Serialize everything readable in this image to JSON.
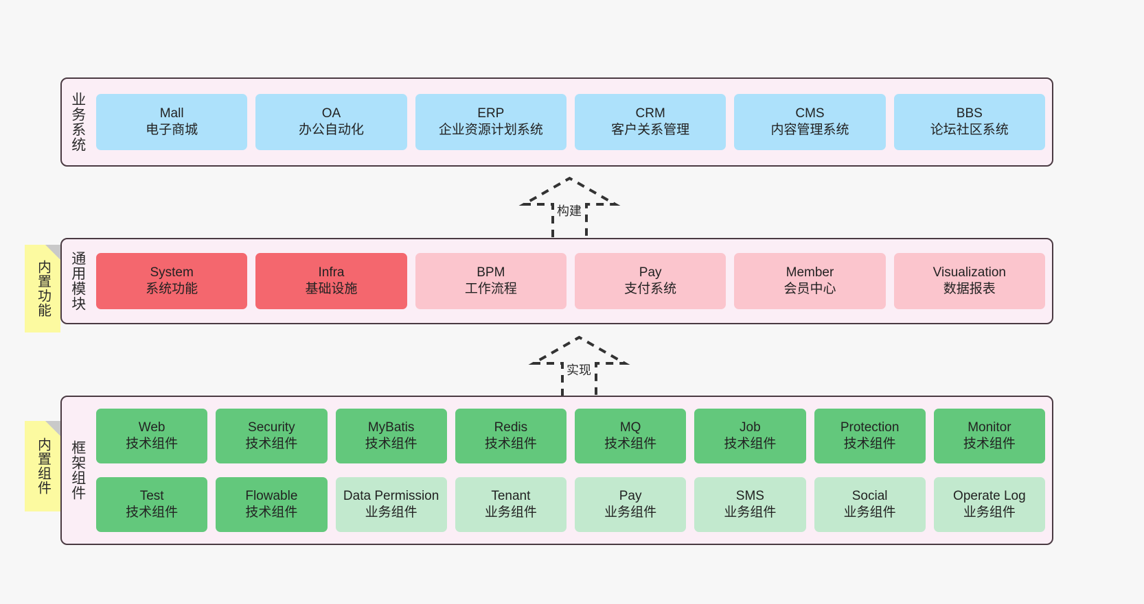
{
  "diagram": {
    "title": "",
    "colors": {
      "band_bg": "#fbeef6",
      "band_border": "#4a3a42",
      "blue": "#ade1fb",
      "red": "#f4676e",
      "pink": "#fbc5cd",
      "green": "#63c87c",
      "light_green": "#c2e9ce",
      "note_yellow": "#fcfaa0",
      "canvas": "#f7f7f7"
    }
  },
  "layers": {
    "business": {
      "title": "业务系统",
      "nodes": [
        {
          "name": "Mall",
          "desc": "电子商城",
          "color": "blue"
        },
        {
          "name": "OA",
          "desc": "办公自动化",
          "color": "blue"
        },
        {
          "name": "ERP",
          "desc": "企业资源计划系统",
          "color": "blue"
        },
        {
          "name": "CRM",
          "desc": "客户关系管理",
          "color": "blue"
        },
        {
          "name": "CMS",
          "desc": "内容管理系统",
          "color": "blue"
        },
        {
          "name": "BBS",
          "desc": "论坛社区系统",
          "color": "blue"
        }
      ]
    },
    "common": {
      "title": "通用模块",
      "note": "内置功能",
      "nodes": [
        {
          "name": "System",
          "desc": "系统功能",
          "color": "red"
        },
        {
          "name": "Infra",
          "desc": "基础设施",
          "color": "red"
        },
        {
          "name": "BPM",
          "desc": "工作流程",
          "color": "pink"
        },
        {
          "name": "Pay",
          "desc": "支付系统",
          "color": "pink"
        },
        {
          "name": "Member",
          "desc": "会员中心",
          "color": "pink"
        },
        {
          "name": "Visualization",
          "desc": "数据报表",
          "color": "pink"
        }
      ]
    },
    "framework": {
      "title": "框架组件",
      "note": "内置组件",
      "row1": [
        {
          "name": "Web",
          "desc": "技术组件",
          "color": "green"
        },
        {
          "name": "Security",
          "desc": "技术组件",
          "color": "green"
        },
        {
          "name": "MyBatis",
          "desc": "技术组件",
          "color": "green"
        },
        {
          "name": "Redis",
          "desc": "技术组件",
          "color": "green"
        },
        {
          "name": "MQ",
          "desc": "技术组件",
          "color": "green"
        },
        {
          "name": "Job",
          "desc": "技术组件",
          "color": "green"
        },
        {
          "name": "Protection",
          "desc": "技术组件",
          "color": "green"
        },
        {
          "name": "Monitor",
          "desc": "技术组件",
          "color": "green"
        }
      ],
      "row2": [
        {
          "name": "Test",
          "desc": "技术组件",
          "color": "green"
        },
        {
          "name": "Flowable",
          "desc": "技术组件",
          "color": "green"
        },
        {
          "name": "Data Permission",
          "desc": "业务组件",
          "color": "light_green"
        },
        {
          "name": "Tenant",
          "desc": "业务组件",
          "color": "light_green"
        },
        {
          "name": "Pay",
          "desc": "业务组件",
          "color": "light_green"
        },
        {
          "name": "SMS",
          "desc": "业务组件",
          "color": "light_green"
        },
        {
          "name": "Social",
          "desc": "业务组件",
          "color": "light_green"
        },
        {
          "name": "Operate Log",
          "desc": "业务组件",
          "color": "light_green"
        }
      ]
    }
  },
  "connectors": [
    {
      "label": "构建",
      "from": "通用模块",
      "to": "业务系统"
    },
    {
      "label": "实现",
      "from": "框架组件",
      "to": "通用模块"
    }
  ]
}
